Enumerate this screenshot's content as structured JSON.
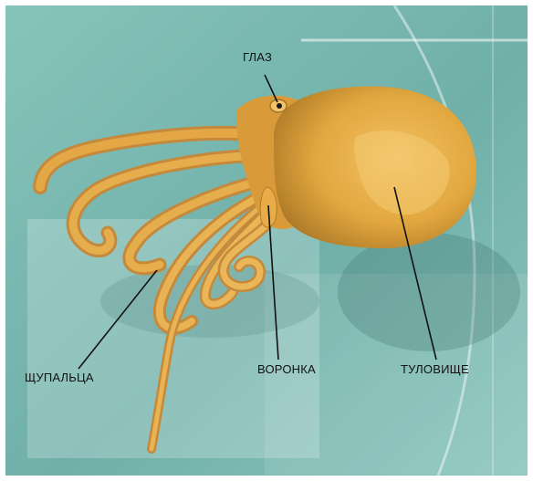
{
  "labels": {
    "eye": "ГЛАЗ",
    "tentacles": "ЩУПАЛЬЦА",
    "funnel": "ВОРОНКА",
    "body": "ТУЛОВИЩЕ"
  },
  "colors": {
    "background": "#7fbcb4",
    "octopus": "#e0a23e",
    "octopus_shadow": "#a8782c",
    "leader_line": "#111111"
  }
}
